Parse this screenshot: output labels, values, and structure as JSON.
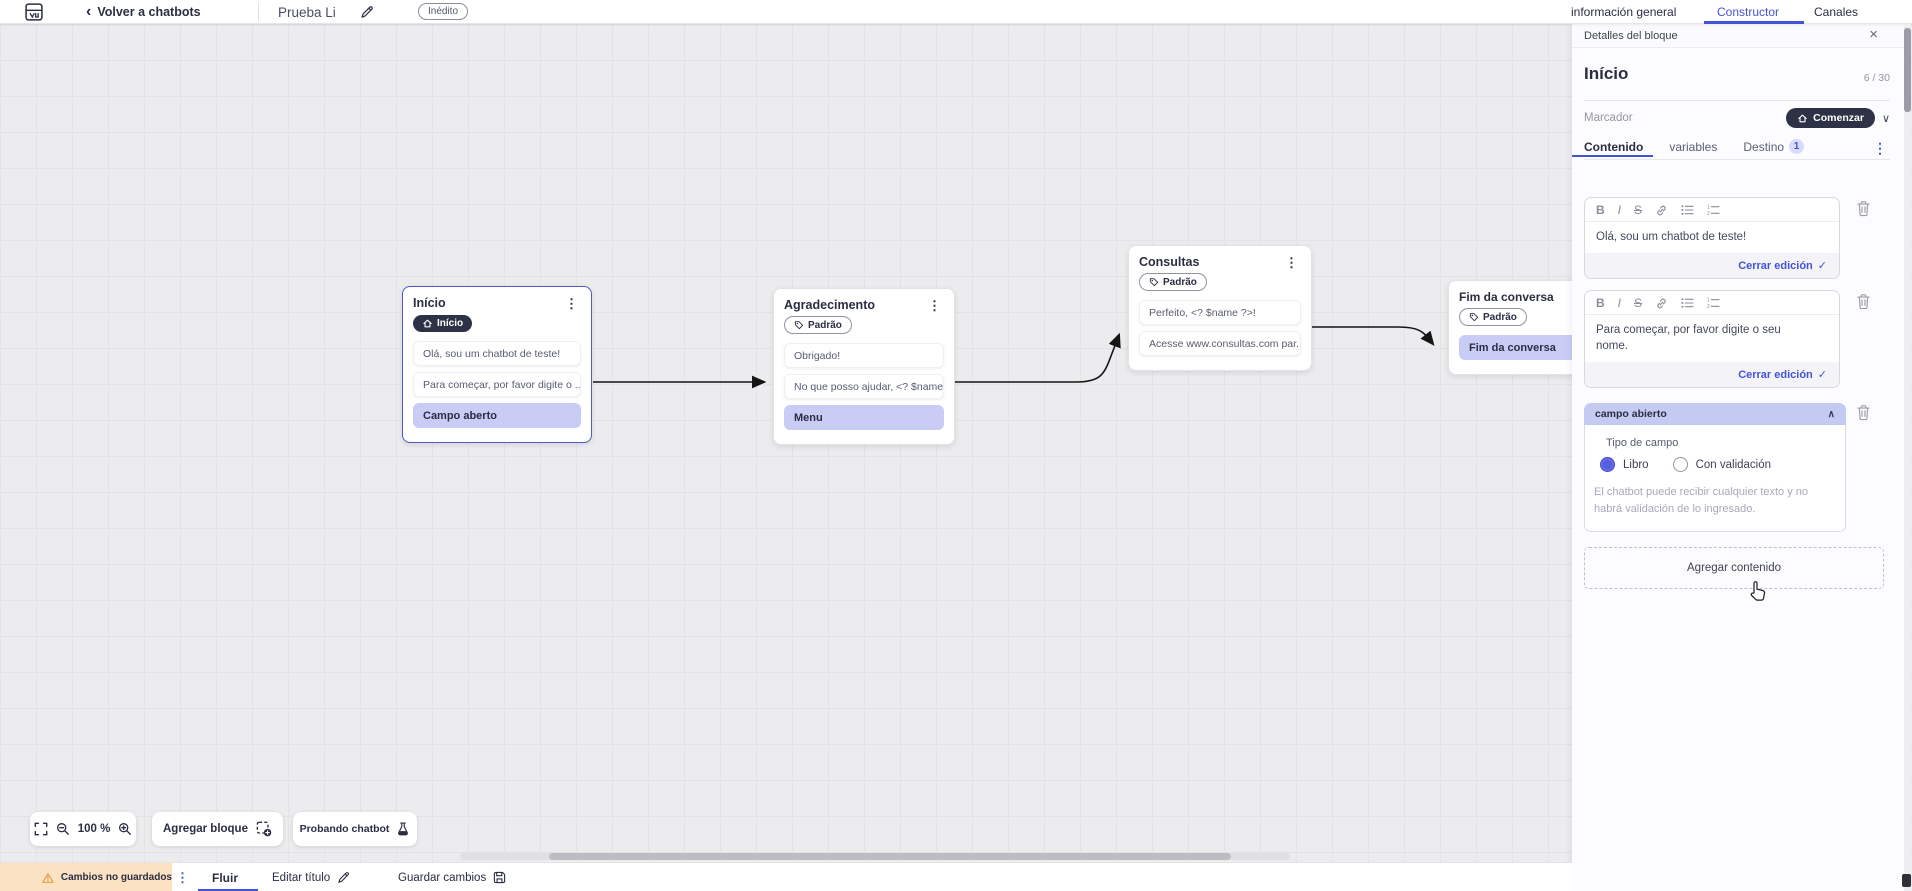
{
  "icons": {
    "back": "‹",
    "close": "×",
    "check": "✓",
    "chevron_down": "∨",
    "chevron_up": "∧",
    "kebab": "⋮"
  },
  "header": {
    "back_label": "Volver a chatbots",
    "title": "Prueba Li",
    "status_badge": "Inédito",
    "tabs": [
      {
        "label": "información general",
        "active": false
      },
      {
        "label": "Constructor",
        "active": true
      },
      {
        "label": "Canales",
        "active": false
      }
    ]
  },
  "canvas": {
    "nodes": [
      {
        "title": "Início",
        "badge": "Início",
        "items": [
          "Olá, sou um chatbot de teste!",
          "Para começar, por favor digite o ...",
          "Campo aberto"
        ]
      },
      {
        "title": "Agradecimento",
        "badge": "Padrão",
        "items": [
          "Obrigado!",
          "No que posso ajudar, <? $name ...",
          "Menu"
        ]
      },
      {
        "title": "Consultas",
        "badge": "Padrão",
        "items": [
          "Perfeito, <? $name ?>!",
          "Acesse www.consultas.com par..."
        ]
      },
      {
        "title": "Fim da conversa",
        "badge": "Padrão",
        "items": [
          "Fim da conversa"
        ]
      }
    ],
    "toolbar": {
      "zoom_level": "100 %",
      "add_block": "Agregar bloque",
      "test_chatbot": "Probando chatbot"
    }
  },
  "panel": {
    "header": "Detalles del bloque",
    "block_title": "Início",
    "counter": "6 / 30",
    "marker_label": "Marcador",
    "marker_value": "Comenzar",
    "tabs": [
      {
        "label": "Contenido",
        "active": true
      },
      {
        "label": "variables",
        "active": false
      },
      {
        "label": "Destino",
        "badge": "1",
        "active": false
      }
    ],
    "editors": [
      {
        "toolbar": {
          "bold": "B",
          "italic": "I",
          "strike": "S"
        },
        "text": "Olá, sou um chatbot de teste!",
        "close_label": "Cerrar edición"
      },
      {
        "toolbar": {
          "bold": "B",
          "italic": "I",
          "strike": "S"
        },
        "text": "Para começar, por favor digite o seu nome.",
        "close_label": "Cerrar edición"
      }
    ],
    "open_field": {
      "title": "campo abierto",
      "type_label": "Tipo de campo",
      "options": [
        {
          "label": "Libro",
          "selected": true
        },
        {
          "label": "Con validación",
          "selected": false
        }
      ],
      "description": "El chatbot puede recibir cualquier texto y no habrá validación de lo ingresado."
    },
    "add_content_label": "Agregar contenido"
  },
  "footer": {
    "unsaved": "Cambios no guardados",
    "flow_tab": "Fluir",
    "edit_title": "Editar título",
    "save": "Guardar cambios"
  },
  "colors": {
    "accent": "#4353d8",
    "dark": "#2b2d42",
    "lavender": "#c9cdf6",
    "warning_bg": "#fbe2c3"
  }
}
